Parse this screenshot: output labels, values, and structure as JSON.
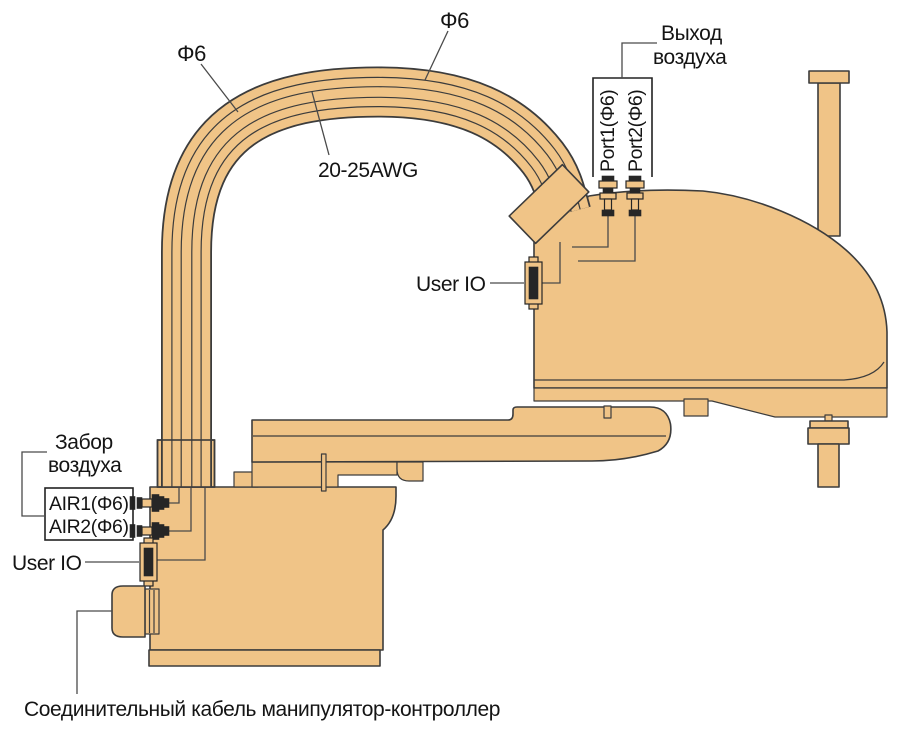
{
  "labels": {
    "phi_left": "Φ6",
    "phi_top": "Φ6",
    "awg": "20-25AWG",
    "air_outlet": {
      "line1": "Выход",
      "line2": "воздуха",
      "port1": "Port1(Φ6)",
      "port2": "Port2(Φ6)"
    },
    "user_io_right": "User IO",
    "air_intake": {
      "line1": "Забор",
      "line2": "воздуха",
      "air1": "AIR1(Φ6)",
      "air2": "AIR2(Φ6)"
    },
    "user_io_left": "User IO",
    "caption": "Соединительный кабель манипулятор-контроллер"
  },
  "colors": {
    "body": "#F0C487",
    "outline": "#3C3C3C",
    "line": "#4A4A4A",
    "text": "#141414"
  }
}
